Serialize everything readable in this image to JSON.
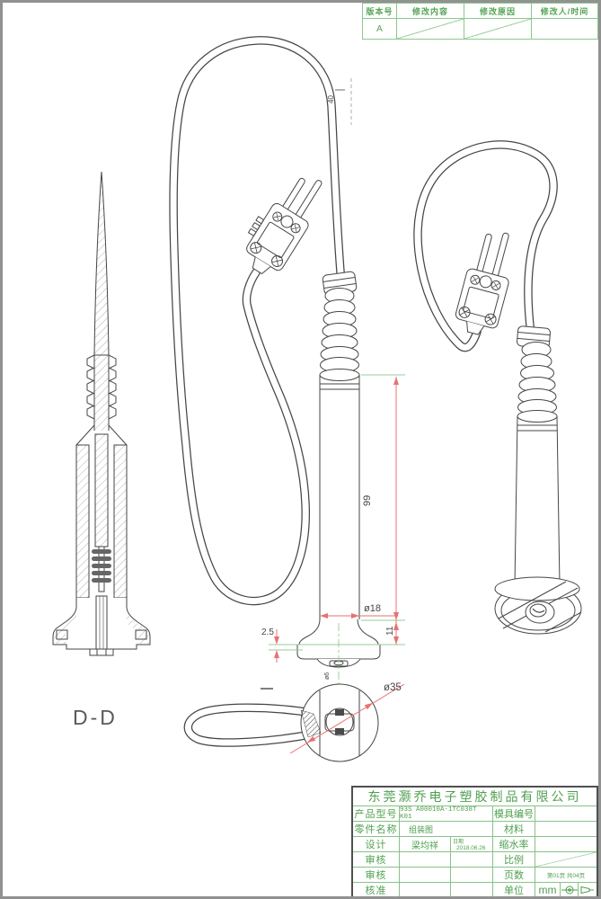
{
  "revision_table": {
    "headers": [
      "版本号",
      "修改内容",
      "修改原因",
      "修改人/时间"
    ],
    "version_value": "A"
  },
  "drawing": {
    "section_label": "D-D",
    "dim_cable_top": "40",
    "dim_handle_len": "99",
    "dim_handle_dia": "ø18",
    "dim_base_lip": "2.5",
    "dim_base_h": "11",
    "dim_base_dia": "ø35",
    "dim_nub": "ø6"
  },
  "title_block": {
    "company": "东莞灏乔电子塑胶制品有限公司",
    "product_label": "产品型号",
    "product_value": "93S A00010A-1TC038T K01",
    "mold_label": "模具编号",
    "mold_value": "",
    "part_label": "零件名称",
    "part_value": "组装图",
    "material_label": "材料",
    "material_value": "",
    "design_label": "设计",
    "designer": "梁均祥",
    "date_label": "日期",
    "date_value": "2018.06.26",
    "shrink_label": "缩水率",
    "shrink_value": "",
    "review1_label": "审核",
    "scale_label": "比例",
    "review2_label": "审核",
    "pages_label": "页数",
    "pages_value": "第01页 共04页",
    "approve_label": "核准",
    "unit_label": "单位",
    "unit_value": "mm"
  }
}
